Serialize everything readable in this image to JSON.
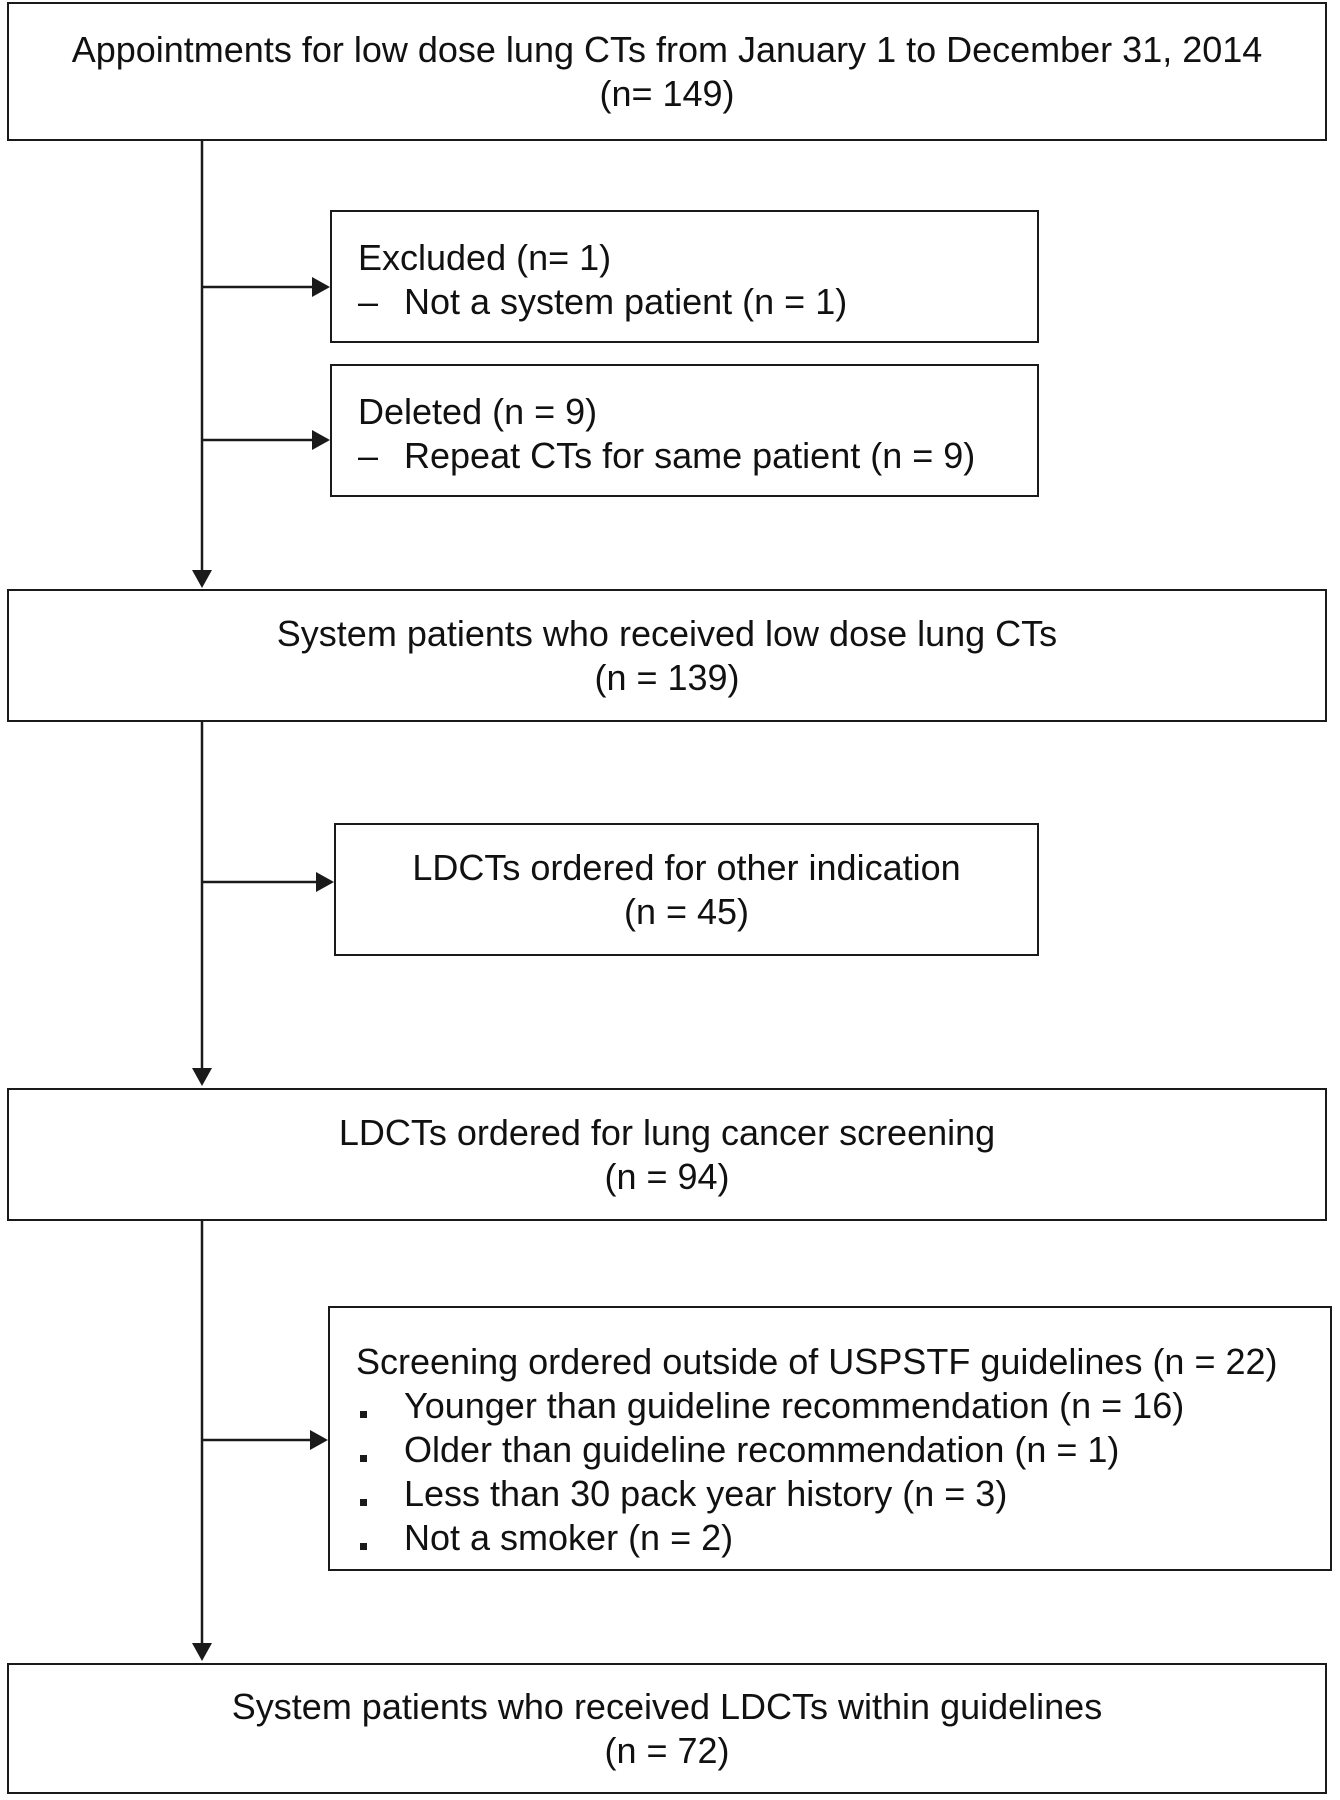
{
  "box_top": {
    "line1": "Appointments for low dose lung CTs from January 1 to December 31, 2014",
    "line2": "(n= 149)"
  },
  "box_excluded": {
    "title": "Excluded  (n= 1)",
    "items": [
      {
        "marker": "–",
        "text": "Not a system patient (n = 1)"
      }
    ]
  },
  "box_deleted": {
    "title": "Deleted (n = 9)",
    "items": [
      {
        "marker": "–",
        "text": "Repeat CTs for same patient (n = 9)"
      }
    ]
  },
  "box_system": {
    "line1": "System patients who received  low dose lung CTs",
    "line2": "(n = 139)"
  },
  "box_other": {
    "line1": "LDCTs  ordered  for  other indication",
    "line2": "(n = 45)"
  },
  "box_screening": {
    "line1": "LDCTs  ordered  for  lung cancer screening",
    "line2": "(n = 94)"
  },
  "box_outside": {
    "title": "Screening ordered  outside of USPSTF guidelines (n = 22)",
    "items": [
      {
        "text": "Younger than guideline  recommendation  (n = 16)"
      },
      {
        "text": "Older than guideline  recommendation  (n = 1)"
      },
      {
        "text": "Less than 30 pack year history (n = 3)"
      },
      {
        "text": "Not a smoker (n = 2)"
      }
    ]
  },
  "box_final": {
    "line1": "System patients who received  LDCTs  within guidelines",
    "line2": "(n = 72)"
  },
  "colors": {
    "stroke": "#1a1a1a",
    "background": "#ffffff"
  }
}
